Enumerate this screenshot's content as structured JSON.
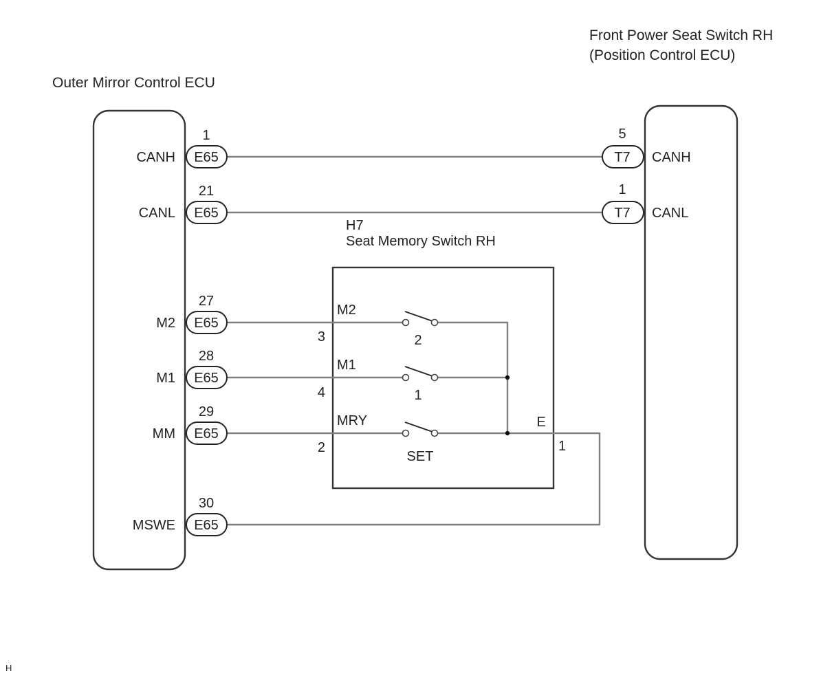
{
  "diagram": {
    "left_ecu": {
      "title": "Outer Mirror Control ECU",
      "pins": [
        {
          "signal": "CANH",
          "connector": "E65",
          "pin": "1"
        },
        {
          "signal": "CANL",
          "connector": "E65",
          "pin": "21"
        },
        {
          "signal": "M2",
          "connector": "E65",
          "pin": "27"
        },
        {
          "signal": "M1",
          "connector": "E65",
          "pin": "28"
        },
        {
          "signal": "MM",
          "connector": "E65",
          "pin": "29"
        },
        {
          "signal": "MSWE",
          "connector": "E65",
          "pin": "30"
        }
      ]
    },
    "right_ecu": {
      "title_line1": "Front Power Seat Switch RH",
      "title_line2": "(Position Control ECU)",
      "pins": [
        {
          "signal": "CANH",
          "connector": "T7",
          "pin": "5"
        },
        {
          "signal": "CANL",
          "connector": "T7",
          "pin": "1"
        }
      ]
    },
    "memory_switch": {
      "connector": "H7",
      "title": "Seat Memory Switch RH",
      "switches": [
        {
          "terminal_label": "M2",
          "pin": "3",
          "switch_label": "2"
        },
        {
          "terminal_label": "M1",
          "pin": "4",
          "switch_label": "1"
        },
        {
          "terminal_label": "MRY",
          "pin": "2",
          "switch_label": "SET"
        }
      ],
      "ground_terminal": {
        "label": "E",
        "pin": "1"
      }
    },
    "footer_code": "H"
  }
}
